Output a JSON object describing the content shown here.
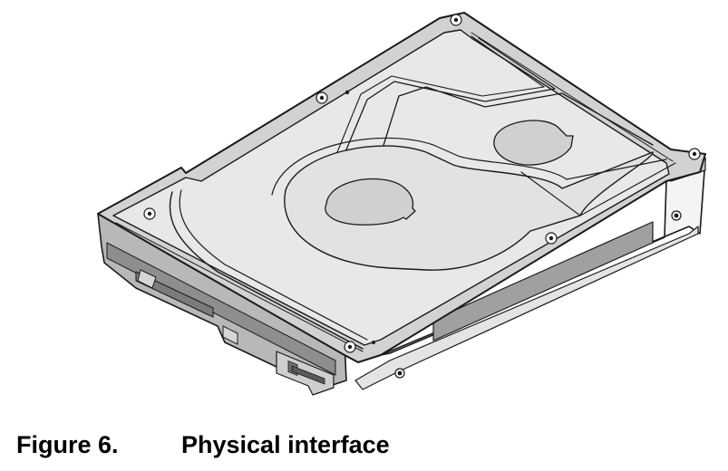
{
  "figure": {
    "illustration_icon": "hard-disk-drive-illustration",
    "caption_label": "Figure 6.",
    "caption_title": "Physical interface"
  },
  "colors": {
    "background": "#ffffff",
    "line": "#1a1a1a",
    "top_cover": "#e8e8e8",
    "cover_edge": "#d2d2d2",
    "side_dark": "#9c9c9c",
    "side_mid": "#bdbdbd",
    "bracket": "#f4f4f4",
    "caption_text": "#000000"
  }
}
